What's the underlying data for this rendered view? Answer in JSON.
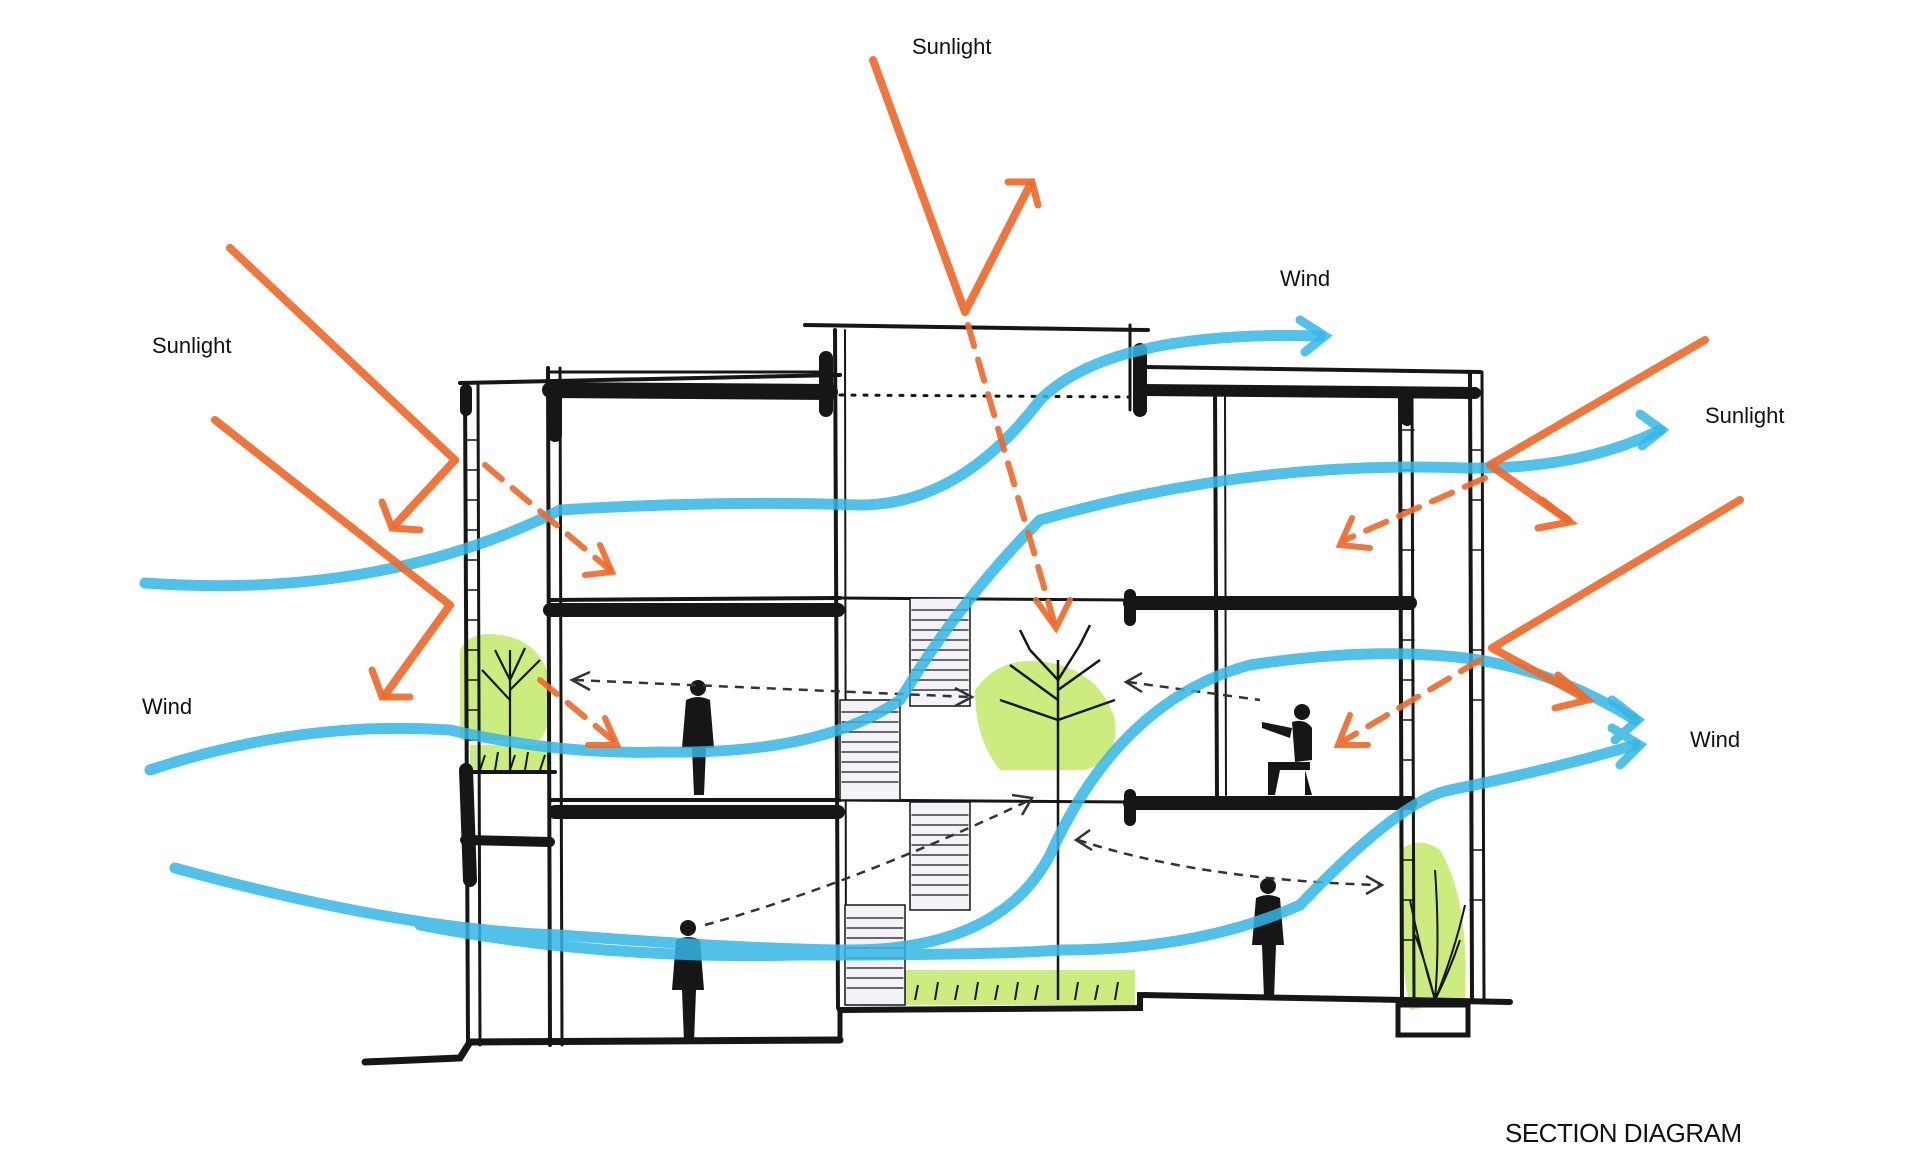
{
  "labels": {
    "sunlight_top": "Sunlight",
    "sunlight_left": "Sunlight",
    "sunlight_right": "Sunlight",
    "wind_top": "Wind",
    "wind_left": "Wind",
    "wind_right": "Wind"
  },
  "title": "SECTION DIAGRAM",
  "colors": {
    "sun": "#ee6a2c",
    "wind": "#35b7e6",
    "structure": "#161616",
    "greenery": "#c6ea72",
    "circulation": "#333333"
  },
  "icons": [
    "tree-icon",
    "person-icon",
    "seated-person-icon",
    "plant-icon"
  ]
}
